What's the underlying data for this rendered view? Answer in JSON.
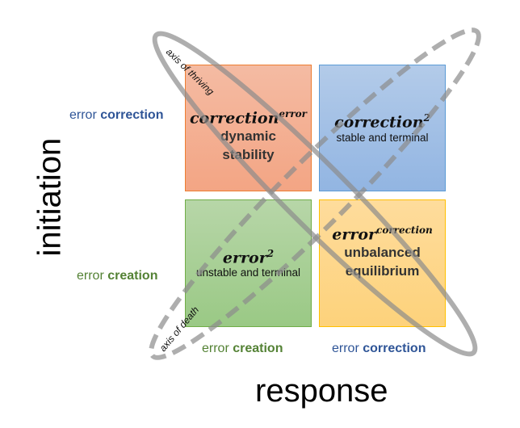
{
  "quadrants": {
    "top_left": {
      "base": "correction",
      "exponent": "error",
      "title": "dynamic stability",
      "title_lines": [
        "dynamic",
        "stability"
      ],
      "color": "#f4b39a"
    },
    "top_right": {
      "base": "correction",
      "exponent": "2",
      "subtitle": "stable and terminal",
      "color": "#a3c0e6"
    },
    "bottom_left": {
      "base": "error",
      "exponent": "2",
      "subtitle": "unstable and terminal",
      "color": "#a9d097"
    },
    "bottom_right": {
      "base": "error",
      "exponent": "correction",
      "title_lines": [
        "unbalanced",
        "equilibrium"
      ],
      "color": "#fed78b"
    }
  },
  "row_labels": [
    {
      "prefix": "error",
      "bold": "correction"
    },
    {
      "prefix": "error",
      "bold": "creation"
    }
  ],
  "col_labels": [
    {
      "prefix": "error",
      "bold": "creation"
    },
    {
      "prefix": "error",
      "bold": "correction"
    }
  ],
  "axes": {
    "y": "initiation",
    "x": "response"
  },
  "ellipses": {
    "solid": "axis of thriving",
    "dashed": "axis of death"
  }
}
